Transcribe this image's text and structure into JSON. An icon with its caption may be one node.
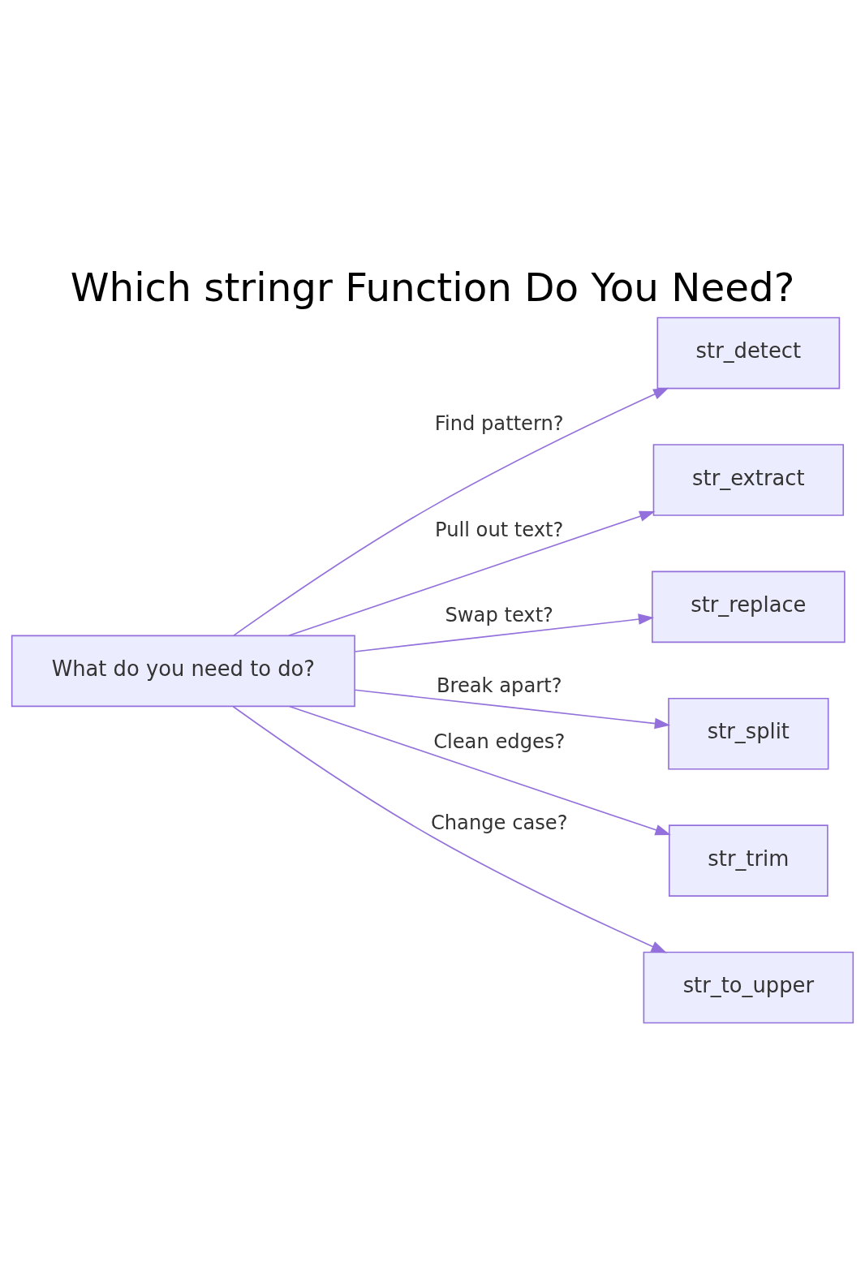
{
  "diagram": {
    "title": "Which stringr Function Do You Need?",
    "nodes": [
      {
        "text": [
          "What do you need to do?"
        ]
      },
      {
        "text": [
          "str_detect"
        ]
      },
      {
        "text": [
          "str_extract"
        ]
      },
      {
        "text": [
          "str_replace"
        ]
      },
      {
        "text": [
          "str_split"
        ]
      },
      {
        "text": [
          "str_trim"
        ]
      },
      {
        "text": [
          "str_to_upper"
        ]
      }
    ],
    "edges": [
      {
        "from": 0,
        "to": 1,
        "arrow": "to",
        "label": "Find pattern?"
      },
      {
        "from": 0,
        "to": 2,
        "arrow": "to",
        "label": "Pull out text?"
      },
      {
        "from": 0,
        "to": 3,
        "arrow": "to",
        "label": "Swap text?"
      },
      {
        "from": 0,
        "to": 4,
        "arrow": "to",
        "label": "Break apart?"
      },
      {
        "from": 0,
        "to": 5,
        "arrow": "to",
        "label": "Clean edges?"
      },
      {
        "from": 0,
        "to": 6,
        "arrow": "to",
        "label": "Change case?"
      }
    ]
  }
}
